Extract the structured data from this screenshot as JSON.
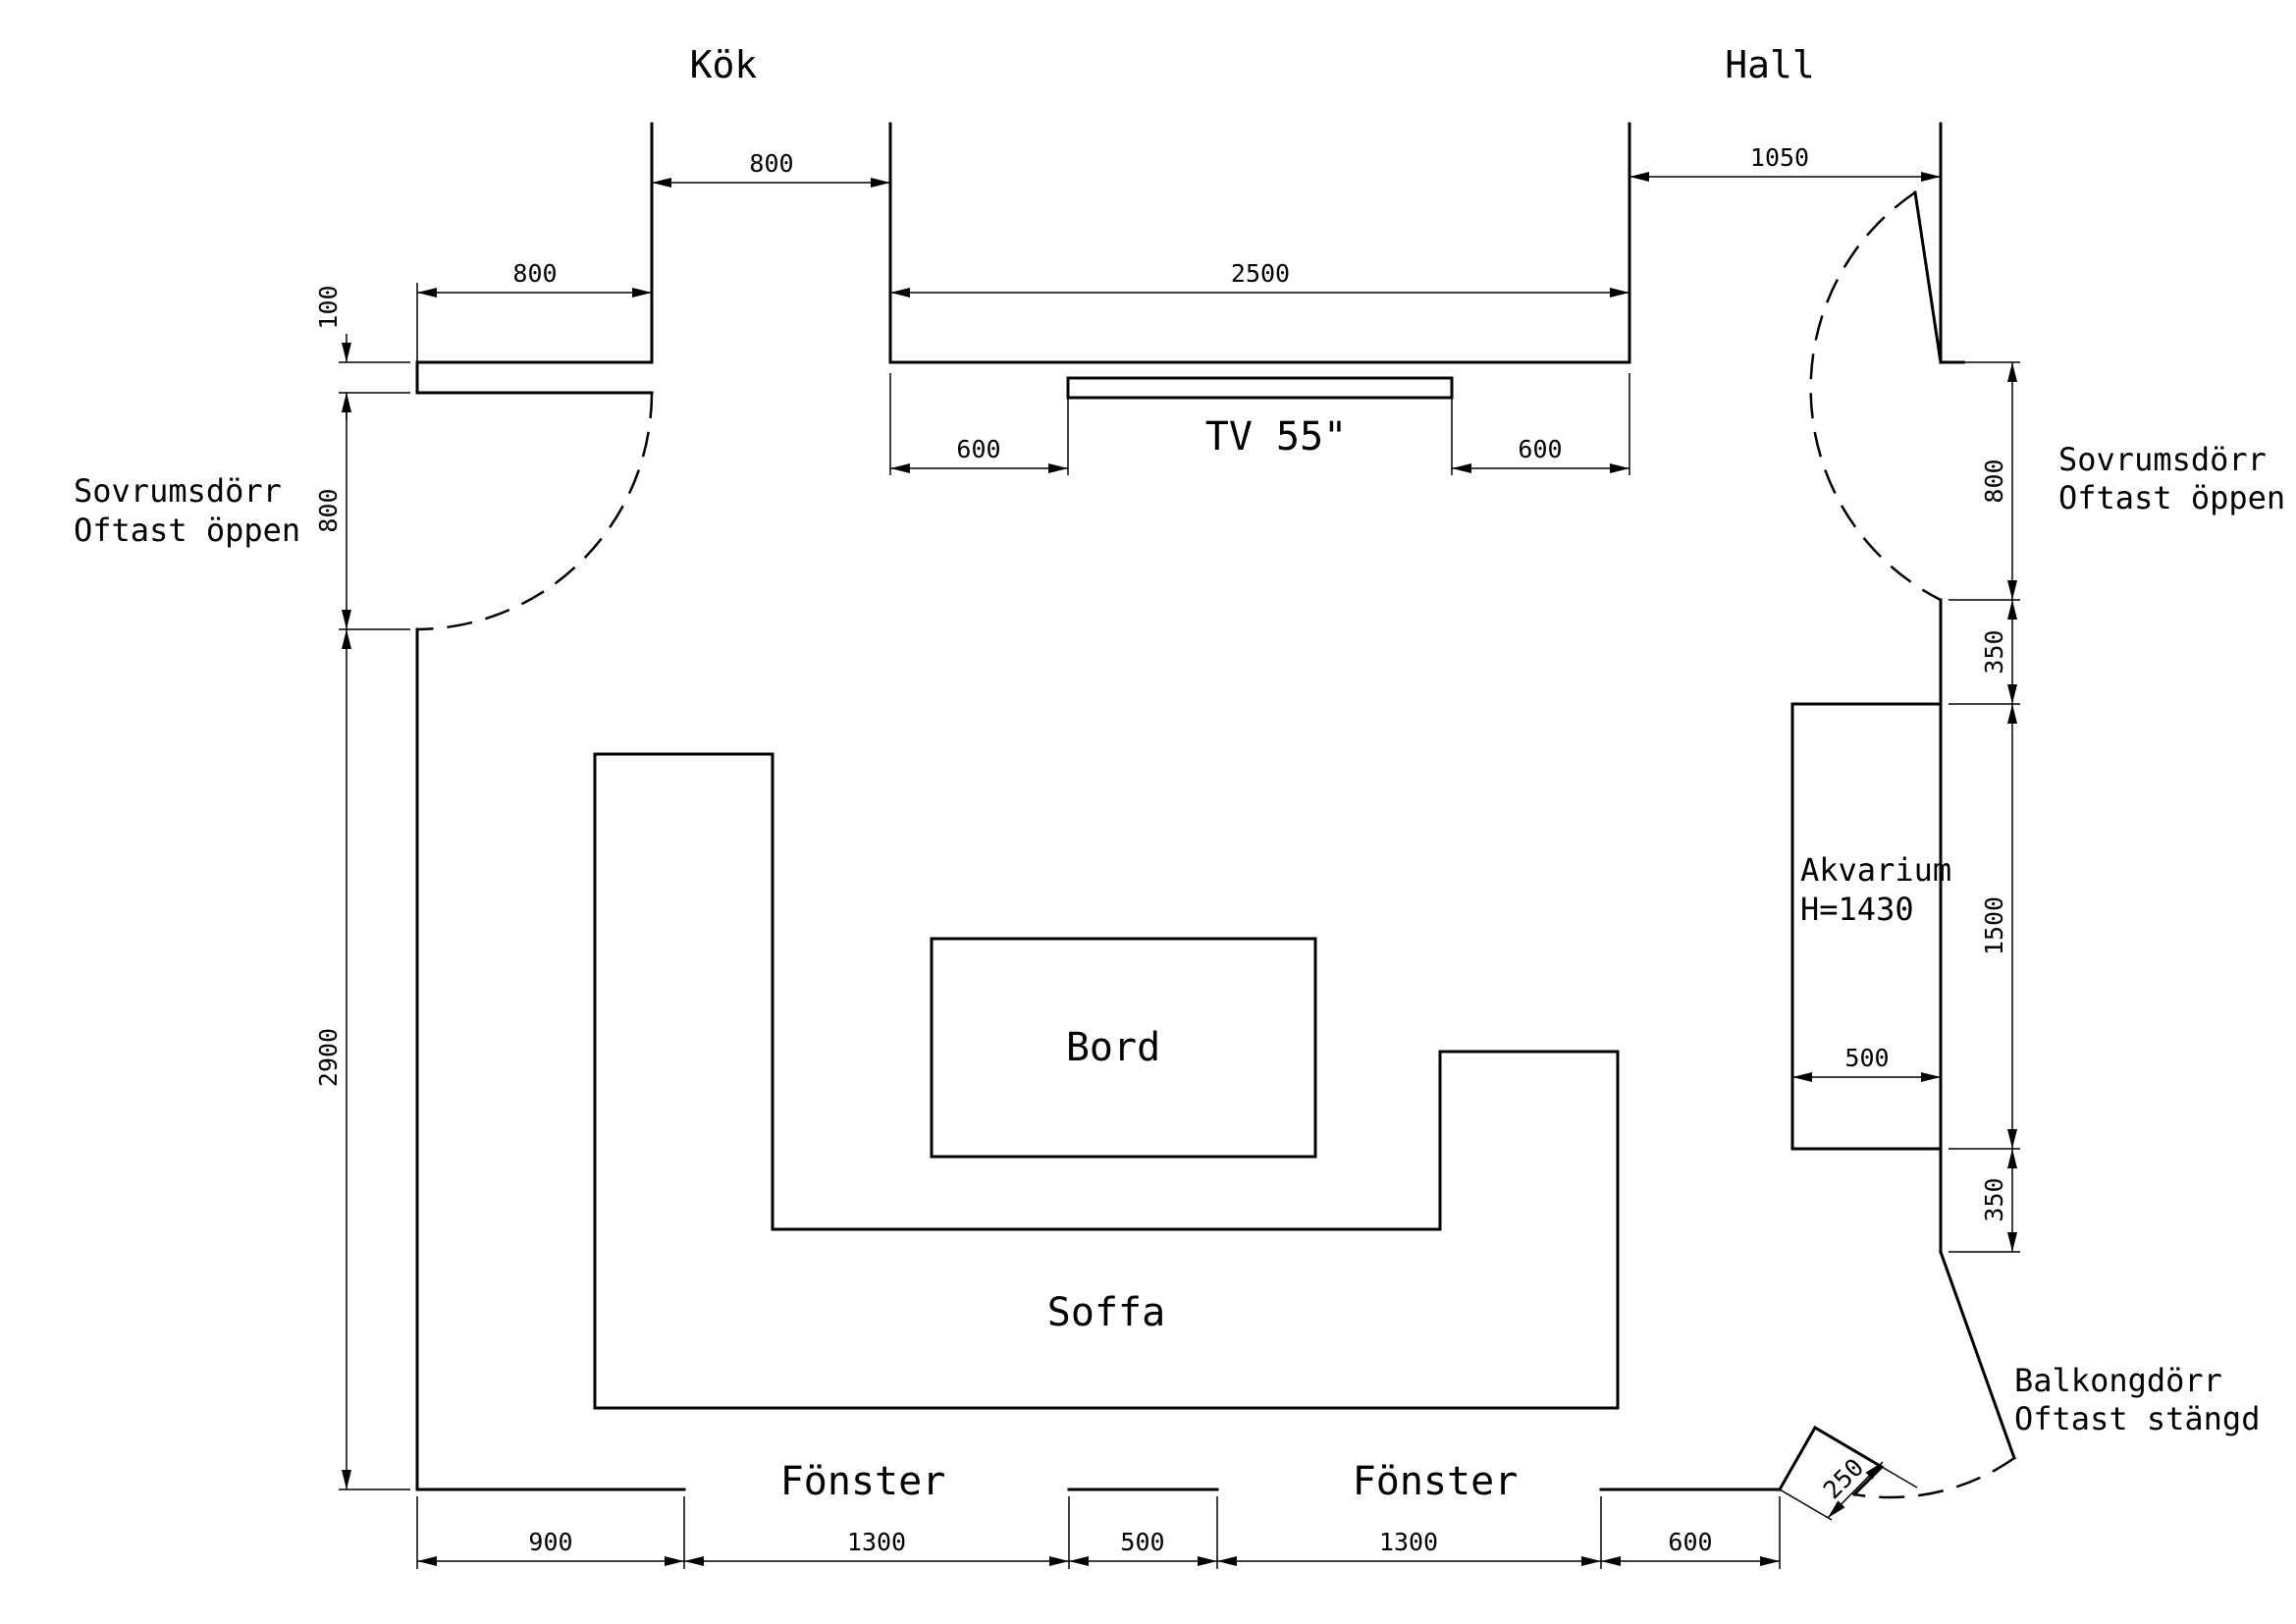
{
  "rooms": {
    "kitchen": "Kök",
    "hall": "Hall"
  },
  "doors": {
    "left": {
      "line1": "Sovrumsdörr",
      "line2": "Oftast öppen"
    },
    "right": {
      "line1": "Sovrumsdörr",
      "line2": "Oftast öppen"
    },
    "balcony": {
      "line1": "Balkongdörr",
      "line2": "Oftast stängd"
    }
  },
  "furniture": {
    "tv": "TV 55\"",
    "table": "Bord",
    "sofa": "Soffa",
    "aquarium": {
      "line1": "Akvarium",
      "line2": "H=1430",
      "width": "500"
    }
  },
  "windows": {
    "left": "Fönster",
    "right": "Fönster"
  },
  "dimensions": {
    "kitchen_opening": "800",
    "left_wall_segment": "800",
    "tv_wall": "2500",
    "hall_opening": "1050",
    "tv_left_gap": "600",
    "tv_right_gap": "600",
    "left_wall_thickness": "100",
    "left_door_width": "800",
    "left_wall_length": "2900",
    "right_door_width": "800",
    "right_upper_gap": "350",
    "aquarium_length": "1500",
    "right_lower_gap": "350",
    "bottom_900": "900",
    "bottom_1300_a": "1300",
    "bottom_500": "500",
    "bottom_1300_b": "1300",
    "bottom_600": "600",
    "balcony_wall": "250"
  }
}
